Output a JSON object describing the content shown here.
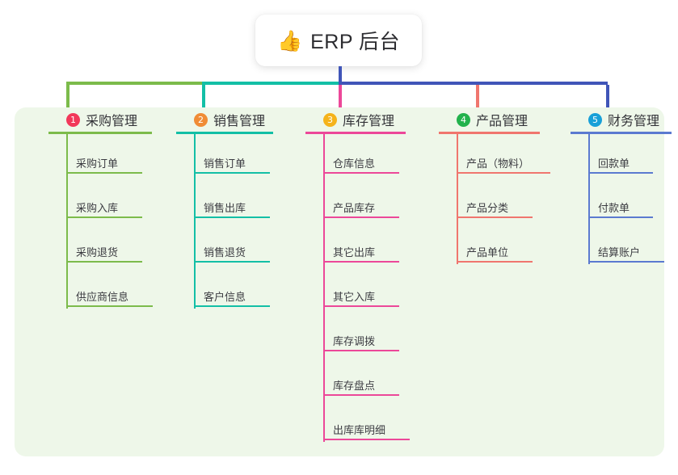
{
  "root": {
    "emoji": "👍",
    "emoji_name": "thumbs-up-emoji",
    "title": "ERP 后台"
  },
  "colors": {
    "panel_bg": "#eef7e9",
    "stem": "#4055b8",
    "bus_green": "#7cbb4b",
    "bus_teal": "#13bfa6",
    "bus_blue": "#4055b8"
  },
  "columns": [
    {
      "number": "1",
      "title": "采购管理",
      "badge_color": "#f2385a",
      "line_color": "#7cbb4b",
      "items": [
        {
          "label": "采购订单",
          "rule_width": 94
        },
        {
          "label": "采购入库",
          "rule_width": 94
        },
        {
          "label": "采购退货",
          "rule_width": 94
        },
        {
          "label": "供应商信息",
          "rule_width": 107
        }
      ]
    },
    {
      "number": "2",
      "title": "销售管理",
      "badge_color": "#f08c36",
      "line_color": "#13bfa6",
      "items": [
        {
          "label": "销售订单",
          "rule_width": 94
        },
        {
          "label": "销售出库",
          "rule_width": 94
        },
        {
          "label": "销售退货",
          "rule_width": 94
        },
        {
          "label": "客户信息",
          "rule_width": 94
        }
      ]
    },
    {
      "number": "3",
      "title": "库存管理",
      "badge_color": "#f5b31b",
      "line_color": "#ec4899",
      "items": [
        {
          "label": "仓库信息",
          "rule_width": 94
        },
        {
          "label": "产品库存",
          "rule_width": 94
        },
        {
          "label": "其它出库",
          "rule_width": 94
        },
        {
          "label": "其它入库",
          "rule_width": 94
        },
        {
          "label": "库存调拨",
          "rule_width": 94
        },
        {
          "label": "库存盘点",
          "rule_width": 94
        },
        {
          "label": "出库库明细",
          "rule_width": 107
        }
      ]
    },
    {
      "number": "4",
      "title": "产品管理",
      "badge_color": "#22b24c",
      "line_color": "#f0766e",
      "items": [
        {
          "label": "产品（物料）",
          "rule_width": 116
        },
        {
          "label": "产品分类",
          "rule_width": 94
        },
        {
          "label": "产品单位",
          "rule_width": 94
        }
      ]
    },
    {
      "number": "5",
      "title": "财务管理",
      "badge_color": "#18a0d8",
      "line_color": "#5b7ad0",
      "items": [
        {
          "label": "回款单",
          "rule_width": 80
        },
        {
          "label": "付款单",
          "rule_width": 80
        },
        {
          "label": "结算账户",
          "rule_width": 94
        }
      ]
    }
  ],
  "layout": {
    "column_left": [
      42,
      200,
      360,
      525,
      688
    ],
    "column_head_width": [
      128,
      120,
      124,
      125,
      125
    ]
  }
}
